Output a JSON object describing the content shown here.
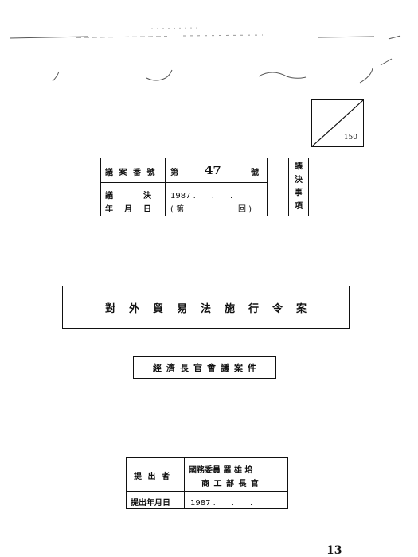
{
  "stamp": {
    "number": "150"
  },
  "bill_info": {
    "bill_number_label": "議 案 番 號",
    "bill_number_prefix": "第",
    "bill_number_value": "47",
    "bill_number_suffix": "號",
    "resolution_label_top": "議　　　決",
    "resolution_label_bottom": "年　月　日",
    "resolution_date": "1987 .　　.　　.",
    "session_open": "( 第",
    "session_close": "回 )"
  },
  "resolution_box": {
    "chars": [
      "議",
      "決",
      "事",
      "項"
    ]
  },
  "title": "對外貿易法施行令案",
  "subtitle": "經濟長官會議案件",
  "submitter": {
    "label": "提 出 者",
    "name_line1": "國務委員 羅 雄 培",
    "name_line2": "商 工 部 長 官",
    "date_label": "提出年月日",
    "date_value": "1987 .　　.　　."
  },
  "page_number": "13"
}
